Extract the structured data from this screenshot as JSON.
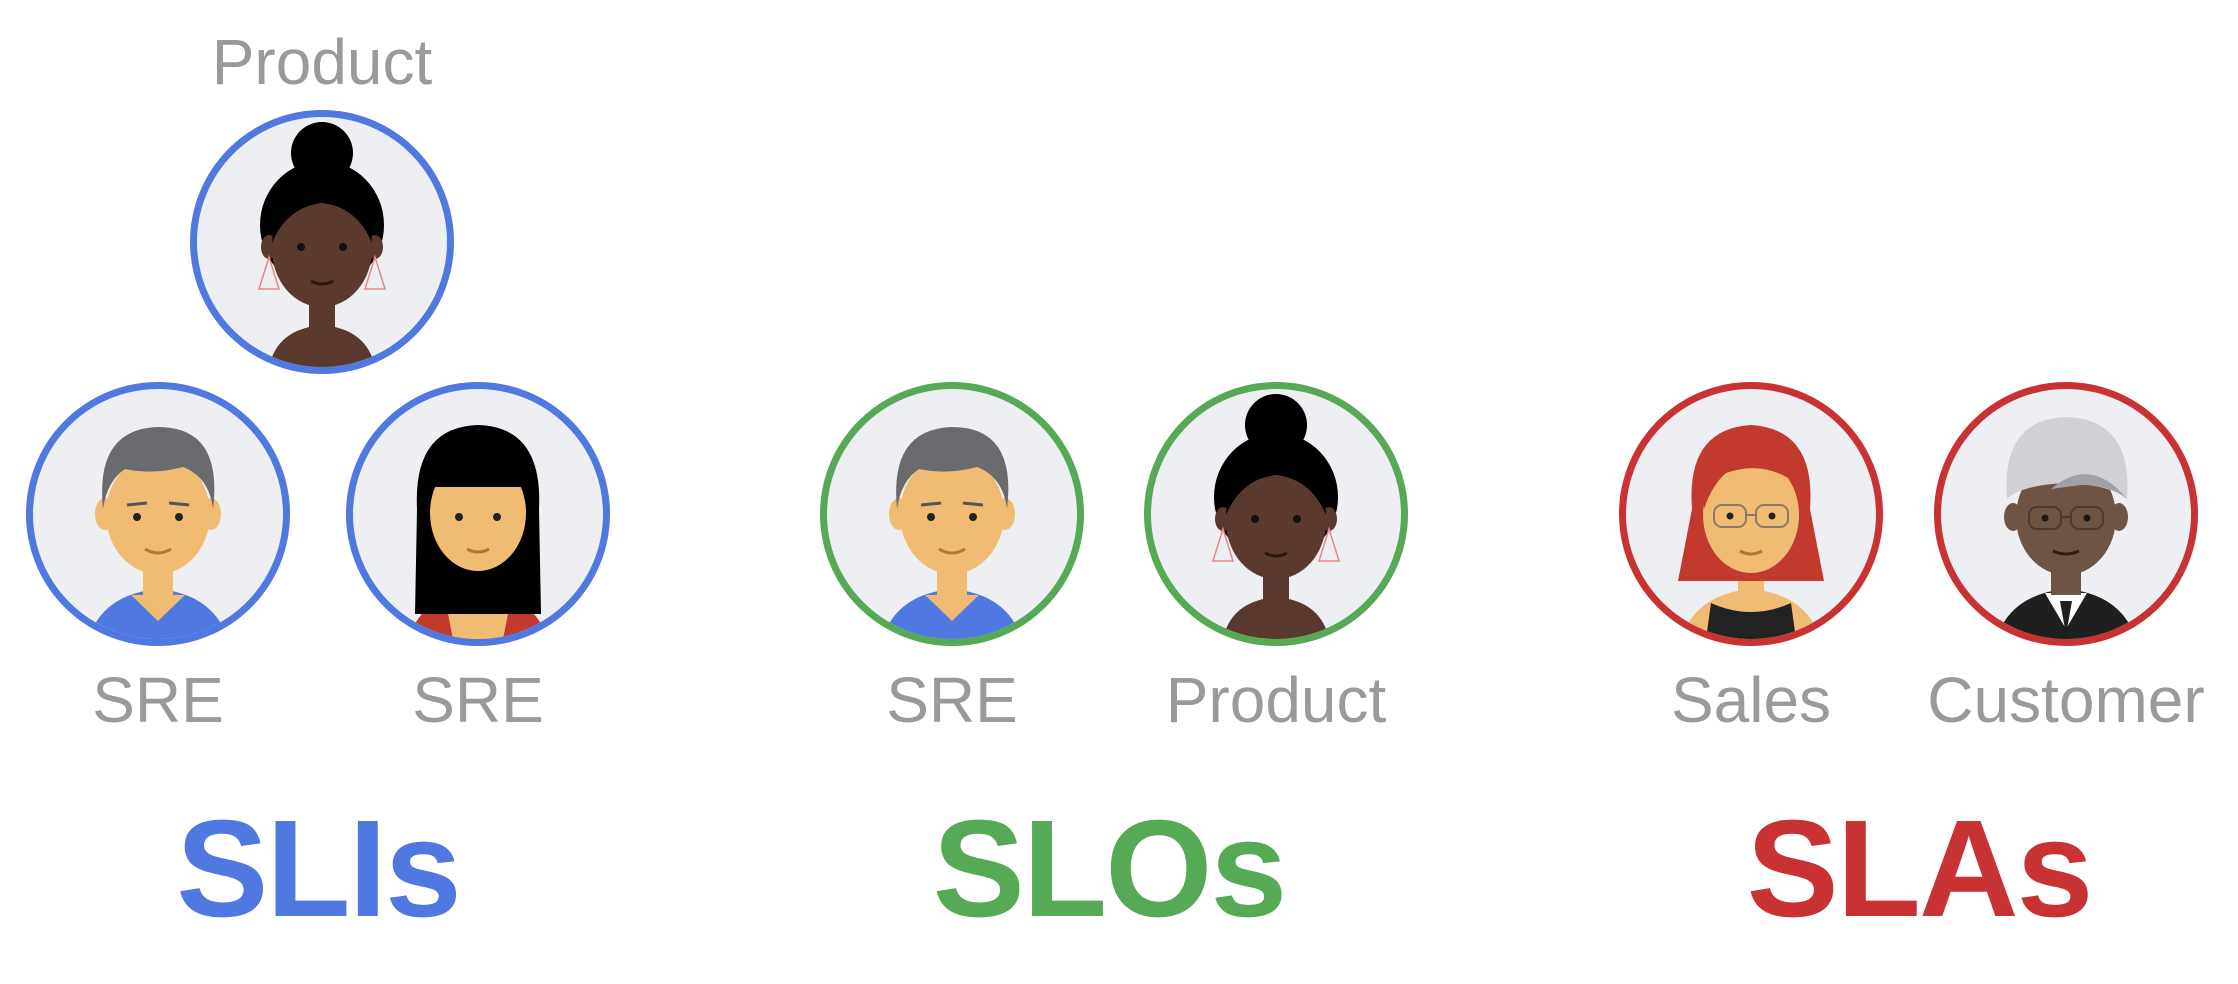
{
  "colors": {
    "sli": "#4f78e0",
    "slo": "#56a955",
    "sla": "#c83232",
    "label": "#9a9a9a",
    "avatar_bg": "#eeeff2"
  },
  "groups": [
    {
      "title": "SLIs",
      "people": [
        {
          "role": "Product",
          "icon": "woman-bun-dark-skin-icon"
        },
        {
          "role": "SRE",
          "icon": "man-gray-hair-icon"
        },
        {
          "role": "SRE",
          "icon": "woman-black-hair-icon"
        }
      ]
    },
    {
      "title": "SLOs",
      "people": [
        {
          "role": "SRE",
          "icon": "man-gray-hair-icon"
        },
        {
          "role": "Product",
          "icon": "woman-bun-dark-skin-icon"
        }
      ]
    },
    {
      "title": "SLAs",
      "people": [
        {
          "role": "Sales",
          "icon": "woman-red-hair-glasses-icon"
        },
        {
          "role": "Customer",
          "icon": "man-gray-turban-icon"
        }
      ]
    }
  ]
}
